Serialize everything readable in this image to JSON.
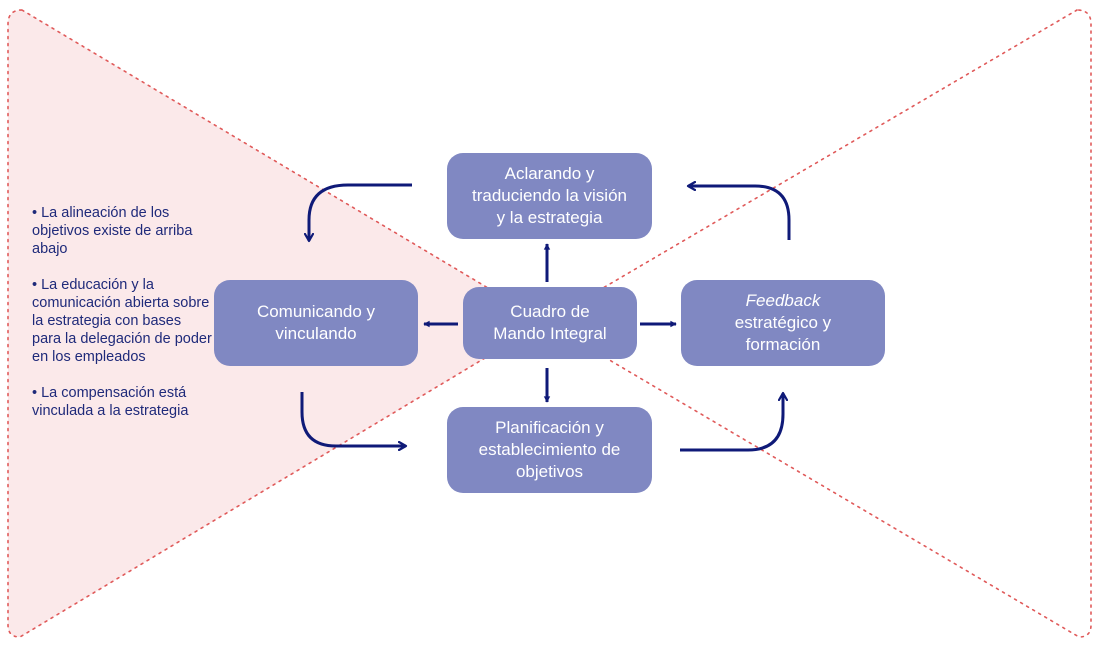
{
  "colors": {
    "box_fill": "#8088c2",
    "box_text": "#ffffff",
    "arrow": "#0f1a78",
    "triangle_fill": "#fbe9ea",
    "triangle_border": "#e05a5a",
    "bullet_text": "#1f2a7a"
  },
  "nodes": {
    "top": {
      "lines": [
        "Aclarando y",
        "traduciendo la visión",
        "y la estrategia"
      ]
    },
    "left": {
      "lines": [
        "Comunicando y",
        "vinculando"
      ]
    },
    "center": {
      "lines": [
        "Cuadro de",
        "Mando Integral"
      ]
    },
    "right": {
      "emphasis": "Feedback",
      "lines": [
        "estratégico y",
        "formación"
      ]
    },
    "bottom": {
      "lines": [
        "Planificación y",
        "establecimiento de",
        "objetivos"
      ]
    }
  },
  "bullets": [
    "• La alineación de los objetivos existe de arriba abajo",
    "• La educación y la comunicación abierta sobre la estrategia con bases para la delegación de poder en los empleados",
    "• La compensación está vinculada a la estrategia"
  ]
}
